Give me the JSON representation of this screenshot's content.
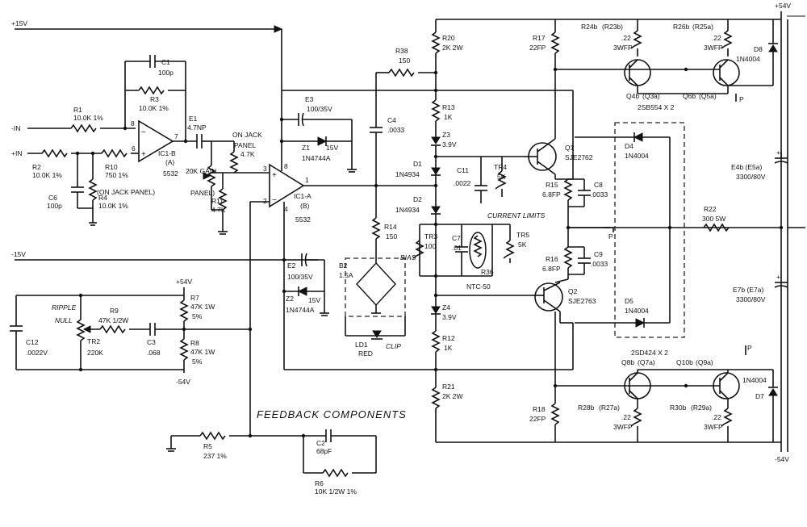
{
  "rails": {
    "pos15": "+15V",
    "neg15": "-15V",
    "pos54_top": "+54V",
    "neg54_bottom": "-54V",
    "pos54_ripple": "+54V",
    "neg54_ripple": "-54V"
  },
  "inputs": {
    "neg_in": "-IN",
    "pos_in": "+IN"
  },
  "input_stage": {
    "C1": "C1",
    "C1_val": "100p",
    "R3": "R3",
    "R3_val": "10.0K  1%",
    "R1": "R1",
    "R1_val": "10.0K  1%",
    "R2": "R2",
    "R2_val": "10.0K  1%",
    "R10": "R10",
    "R10_val": "750  1%",
    "C6": "C6",
    "C6_val": "100p",
    "R4": "R4",
    "R4_val": "10.0K  1%",
    "ic1b": "IC1-B",
    "ic1b_sub": "(A)",
    "ic1b_part": "5532",
    "ic1b_pin8": "8",
    "ic1b_pin6": "6",
    "ic1b_pin7": "7",
    "jack_note": "(ON  JACK  PANEL)",
    "E1": "E1",
    "E1_val": "4.7NP",
    "gain_label": "20K\nGAIN",
    "panel_label": "PANEL)",
    "on_jack_panel": "ON  JACK",
    "panel2": "PANEL",
    "R4_7k": "4.7K",
    "R11": "R11",
    "R11_val": "4.7K"
  },
  "ic1a": {
    "name": "IC1-A",
    "sub": "(B)",
    "part": "5532",
    "pin3": "3",
    "pin2": "2",
    "pin1": "1",
    "pin4": "4",
    "pin8": "8"
  },
  "decoupling": {
    "E3": "E3",
    "E3_val": "100/35V",
    "Z1": "Z1",
    "Z1_val": "1N4744A",
    "Z1_v": "15V",
    "E2": "E2",
    "E2_val": "100/35V",
    "Z2": "Z2",
    "Z2_val": "1N4744A",
    "Z2_v": "15V"
  },
  "ripple": {
    "title1": "RIPPLE",
    "title2": "NULL",
    "R7": "R7",
    "R7_val": "47K  1W",
    "R7_tol": "5%",
    "R9": "R9",
    "R9_val": "47K  1/2W",
    "R8": "R8",
    "R8_val": "47K  1W",
    "R8_tol": "5%",
    "TR2": "TR2",
    "TR2_val": "220K",
    "C3": "C3",
    "C3_val": ".068",
    "C12": "C12",
    "C12_val": ".0022V"
  },
  "feedback": {
    "title": "FEEDBACK  COMPONENTS",
    "R5": "R5",
    "R5_val": "237  1%",
    "C2": "C2",
    "C2_val": "68pF",
    "R6": "R6",
    "R6_val": "10K  1/2W  1%"
  },
  "driver": {
    "R38": "R38",
    "R38_val": "150",
    "C4": "C4",
    "C4_val": ".0033",
    "R14": "R14",
    "R14_val": "150",
    "B2": "B2",
    "B2_val": "1.5A",
    "LD1": "LD1",
    "LD1_color": "RED",
    "clip": "CLIP",
    "R20": "R20",
    "R20_val": "2K  2W",
    "R13": "R13",
    "R13_val": "1K",
    "Z3": "Z3",
    "Z3_val": "3.9V",
    "D1": "D1",
    "D1_val": "1N4934",
    "D2": "D2",
    "D2_val": "1N4934",
    "Z4": "Z4",
    "Z4_val": "3.9V",
    "R12": "R12",
    "R12_val": "1K",
    "R21": "R21",
    "R21_val": "2K  2W",
    "bias": "BIAS",
    "TR3": "TR3",
    "TR3_val": "100",
    "C7": "C7",
    "C7_val": ".01",
    "R36": "R36",
    "R36_val": "NTC-50",
    "TR5": "TR5",
    "TR5_val": "5K",
    "C11": "C11",
    "C11_val": ".0022",
    "TR4": "TR4",
    "TR4_val": "5K",
    "current_limits": "CURRENT  LIMITS",
    "R15": "R15",
    "R15_val": "6.8FP",
    "C8": "C8",
    "C8_val": ".0033",
    "R16": "R16",
    "R16_val": "6.8FP",
    "C9": "C9",
    "C9_val": ".0033",
    "Q1": "Q1",
    "Q1_part": "SJE2762",
    "Q2": "Q2",
    "Q2_part": "SJE2763",
    "R17": "R17",
    "R17_val": "22FP",
    "R18": "R18",
    "R18_val": "22FP"
  },
  "output": {
    "R24b": "R24b",
    "R23b": "(R23b)",
    "R24b_val": ".22",
    "R24b_type": "3WFP",
    "R26b": "R26b",
    "R25a": "(R25a)",
    "R26b_val": ".22",
    "R26b_type": "3WFP",
    "Q4b": "Q4b",
    "Q3a": "(Q3a)",
    "Q6b": "Q6b",
    "Q5a": "(Q5a)",
    "top_pair": "2SB554  X  2",
    "D8": "D8",
    "D8_val": "1N4004",
    "D4": "D4",
    "D4_val": "1N4004",
    "D5": "D5",
    "D5_val": "1N4004",
    "bot_pair": "2SD424  X  2",
    "Q8b": "Q8b",
    "Q7a": "(Q7a)",
    "Q10b": "Q10b",
    "Q9a": "(Q9a)",
    "R28b": "R28b",
    "R27a": "(R27a)",
    "R28b_val": ".22",
    "R28b_type": "3WFP",
    "R30b": "R30b",
    "R29a": "(R29a)",
    "R30b_val": ".22",
    "R30b_type": "3WFP",
    "D7": "D7",
    "D7_val": "1N4004",
    "E4b": "E4b  (E5a)",
    "E4b_val": "3300/80V",
    "E7b": "E7b  (E7a)",
    "E7b_val": "3300/80V",
    "R22": "R22",
    "R22_val": "300  5W",
    "pin_p": "P"
  }
}
